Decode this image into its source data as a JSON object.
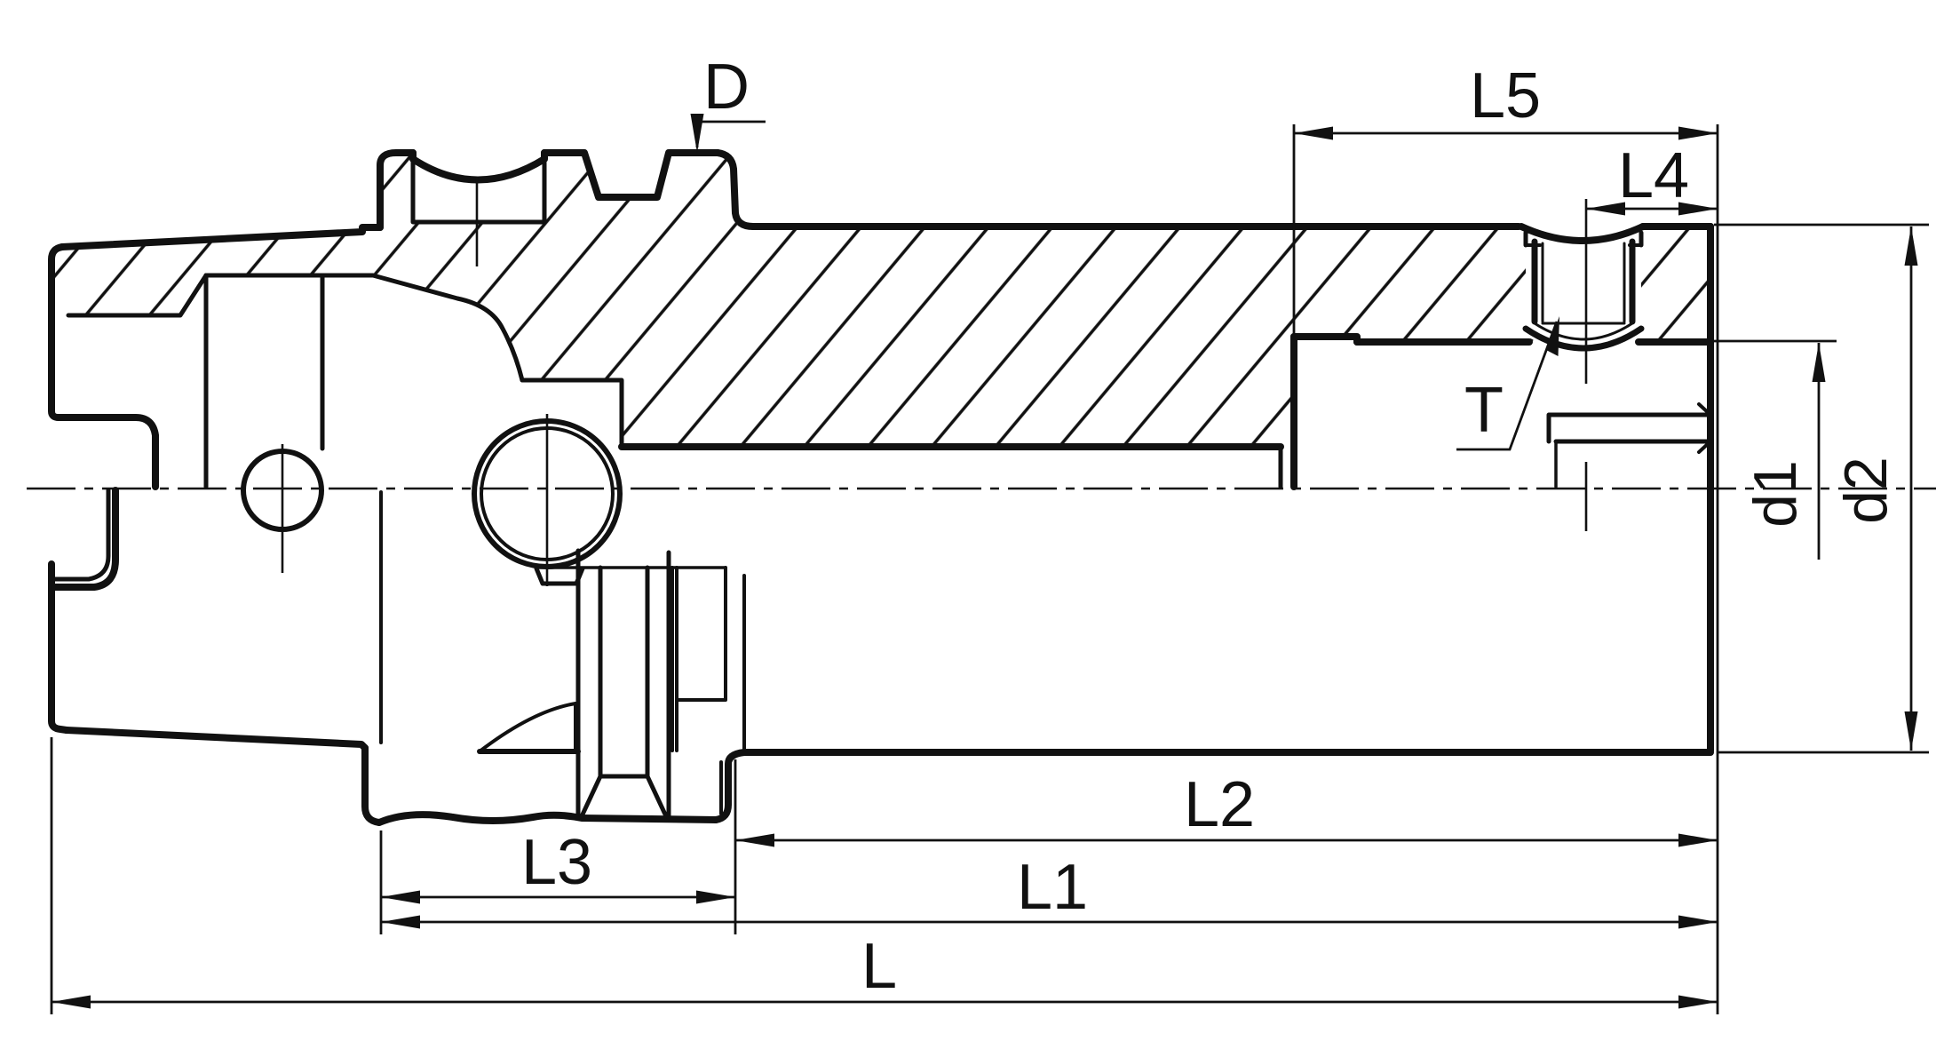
{
  "drawing": {
    "background_color": "#ffffff",
    "line_color": "#111111",
    "dim_labels": {
      "d": "D",
      "l5": "L5",
      "l4": "L4",
      "t": "T",
      "d1": "d1",
      "d2": "d2",
      "l3": "L3",
      "l2": "L2",
      "l1": "L1",
      "l": "L"
    }
  }
}
